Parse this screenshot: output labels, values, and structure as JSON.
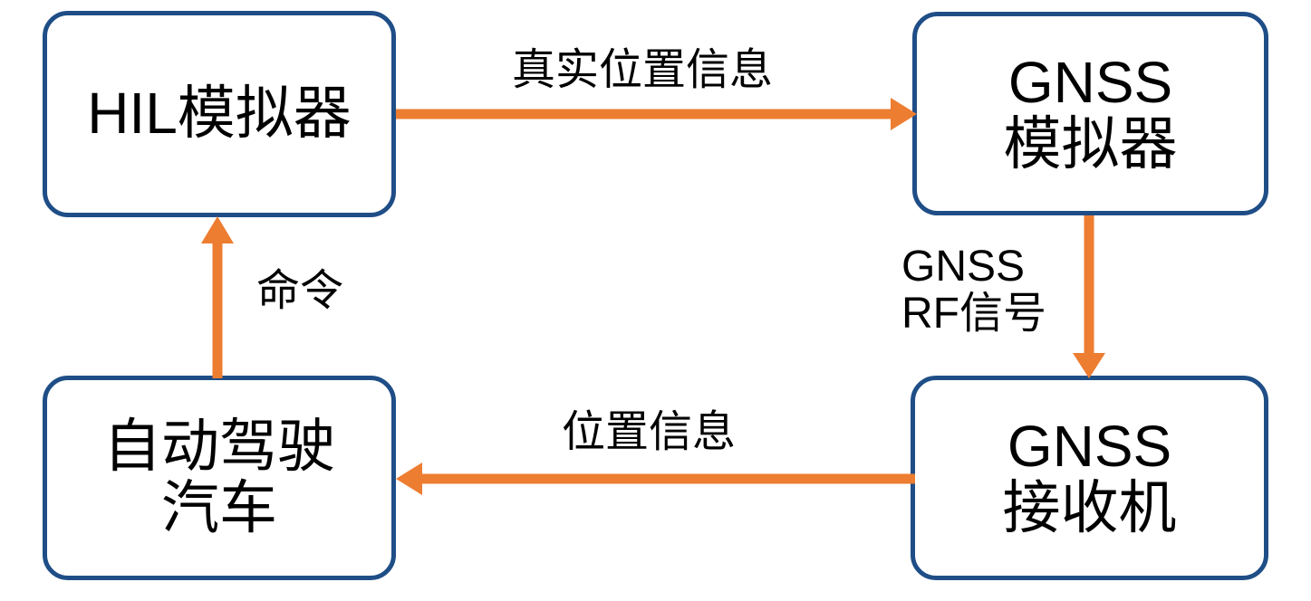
{
  "diagram": {
    "title": "HIL GNSS simulation loop",
    "colors": {
      "node_border": "#1F4E87",
      "arrow": "#ED7D31",
      "node_fill": "#FFFFFF",
      "text": "#000000"
    },
    "nodes": [
      {
        "id": "hil-simulator",
        "label": "HIL模拟器"
      },
      {
        "id": "gnss-simulator",
        "label": "GNSS\n模拟器"
      },
      {
        "id": "av-car",
        "label": "自动驾驶\n汽车"
      },
      {
        "id": "gnss-receiver",
        "label": "GNSS\n接收机"
      }
    ],
    "edges": [
      {
        "id": "true-position",
        "label": "真实位置信息",
        "from": "hil-simulator",
        "to": "gnss-simulator",
        "direction": "right"
      },
      {
        "id": "gnss-rf",
        "label": "GNSS\nRF信号",
        "from": "gnss-simulator",
        "to": "gnss-receiver",
        "direction": "down"
      },
      {
        "id": "position-info",
        "label": "位置信息",
        "from": "gnss-receiver",
        "to": "av-car",
        "direction": "left"
      },
      {
        "id": "command",
        "label": "命令",
        "from": "av-car",
        "to": "hil-simulator",
        "direction": "up"
      }
    ]
  }
}
